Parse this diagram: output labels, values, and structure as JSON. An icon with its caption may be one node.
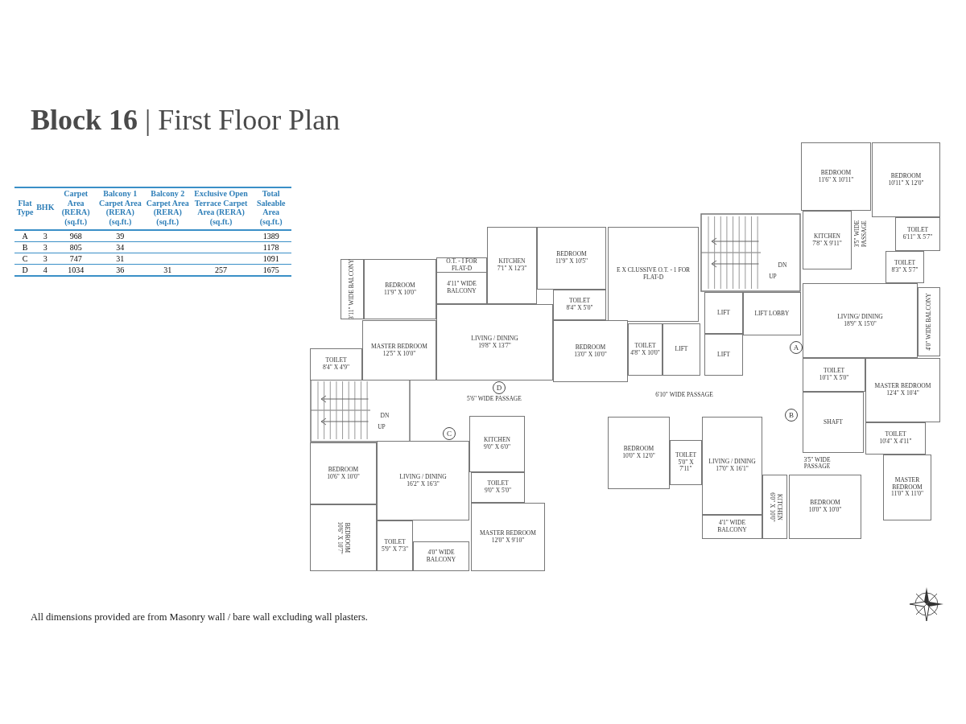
{
  "diagram": {
    "title": "**Block 16** | First Floor Plan",
    "caption": "All dimensions provided are from Masonry wall / bare wall excluding wall plasters.",
    "nodes": [
      {
        "text": [
          "BEDROOM",
          "11'6\" X 10'11\""
        ]
      },
      {
        "text": [
          "BEDROOM",
          "10'11\" X 12'0\""
        ]
      },
      {
        "text": [
          "KITCHEN",
          "7'1\" X 12'3\""
        ]
      },
      {
        "text": [
          "BEDROOM",
          "11'9\" X 10'5\""
        ]
      },
      {
        "text": [
          "KITCHEN",
          "7'8\" X 9'11\""
        ]
      },
      {
        "text": [
          "TOILET",
          "6'11\" X 5'7\""
        ]
      },
      {
        "text": [
          "E X CLUSSIVE O.T. - 1 FOR FLAT-D"
        ]
      },
      {
        "text": [
          "3'11\" WIDE BALCONY"
        ]
      },
      {
        "text": [
          "BEDROOM",
          "11'9\" X 10'0\""
        ]
      },
      {
        "text": [
          "O.T. - I FOR FLAT-D"
        ]
      },
      {
        "text": [
          "4'11\" WIDE BALCONY"
        ]
      },
      {
        "text": [
          "TOILET",
          "8'3\" X 5'7\""
        ]
      },
      {
        "text": [
          "LIFT"
        ]
      },
      {
        "text": [
          "LIFT LOBBY"
        ]
      },
      {
        "text": [
          "TOILET",
          "8'4\" X 5'0\""
        ]
      },
      {
        "text": [
          "4'0\" WIDE BALCONY"
        ]
      },
      {
        "text": [
          "LIVING/ DINING",
          "18'9\" X 15'0\""
        ]
      },
      {
        "text": [
          "MASTER BEDROOM",
          "12'5\" X 10'0\""
        ]
      },
      {
        "text": [
          "TOILET",
          "8'4\" X 4'9\""
        ]
      },
      {
        "text": [
          "LIVING / DINING",
          "19'8\" X 13'7\""
        ]
      },
      {
        "text": [
          "BEDROOM",
          "13'0\" X 10'0\""
        ]
      },
      {
        "text": [
          "TOILET",
          "4'8\" X 10'0\""
        ]
      },
      {
        "text": [
          "LIFT"
        ]
      },
      {
        "text": [
          "LIFT"
        ]
      },
      {
        "text": [
          "A"
        ]
      },
      {
        "text": [
          "TOILET",
          "10'1\" X 5'0\""
        ]
      },
      {
        "text": [
          "MASTER BEDROOM",
          "12'4\" X 10'4\""
        ]
      },
      {
        "text": [
          "D"
        ]
      },
      {
        "text": [
          "SHAFT"
        ]
      },
      {
        "text": [
          "B"
        ]
      },
      {
        "text": [
          "KITCHEN",
          "9'0\" X 6'0\""
        ]
      },
      {
        "text": [
          "BEDROOM",
          "10'0\" X 12'0\""
        ]
      },
      {
        "text": [
          "LIVING / DINING",
          "17'0\" X 16'1\""
        ]
      },
      {
        "text": [
          "TOILET",
          "5'0\" X 7'11\""
        ]
      },
      {
        "text": [
          "C"
        ]
      },
      {
        "text": [
          "TOILET",
          "10'4\" X 4'11\""
        ]
      },
      {
        "text": [
          "BEDROOM",
          "10'6\" X 10'0\""
        ]
      },
      {
        "text": [
          "LIVING / DINING",
          "16'2\" X 16'3\""
        ]
      },
      {
        "text": [
          "TOILET",
          "9'0\" X 5'0\""
        ]
      },
      {
        "text": [
          "MASTER BEDROOM",
          "11'0\" X 11'0\""
        ]
      },
      {
        "text": [
          "KITCHEN",
          "6'0\" X 10'0\""
        ]
      },
      {
        "text": [
          "BEDROOM",
          "10'0\" X 10'0\""
        ]
      },
      {
        "text": [
          "MASTER BEDROOM",
          "12'0\" X 9'10\""
        ]
      },
      {
        "text": [
          "BEDROOM",
          "10'6\" X 10'7\""
        ]
      },
      {
        "text": [
          "TOILET",
          "5'9\" X 7'3\""
        ]
      },
      {
        "text": [
          "4'1\" WIDE BALCONY"
        ]
      },
      {
        "text": [
          "4'0\" WIDE BALCONY"
        ]
      }
    ],
    "labels": [
      "Flat Type",
      "BHK",
      "Carpet Area (RERA) (sq.ft.)",
      "Balcony 1 Carpet Area (RERA) (sq.ft.)",
      "Balcony 2 Carpet Area (RERA) (sq.ft.)",
      "Exclusive Open Terrace Carpet Area (RERA) (sq.ft.)",
      "Total Saleable Area (sq.ft.)",
      "A",
      "3",
      "968",
      "39",
      "1389",
      "B",
      "3",
      "805",
      "34",
      "1178",
      "C",
      "3",
      "747",
      "31",
      "1091",
      "D",
      "4",
      "1034",
      "36",
      "31",
      "257",
      "1675",
      "DN",
      "UP",
      "3'5\" WIDE PASSAGE",
      "5'6\" WIDE PASSAGE",
      "6'10\" WIDE PASSAGE",
      "DN",
      "UP",
      "3'5\" WIDE PASSAGE"
    ]
  }
}
